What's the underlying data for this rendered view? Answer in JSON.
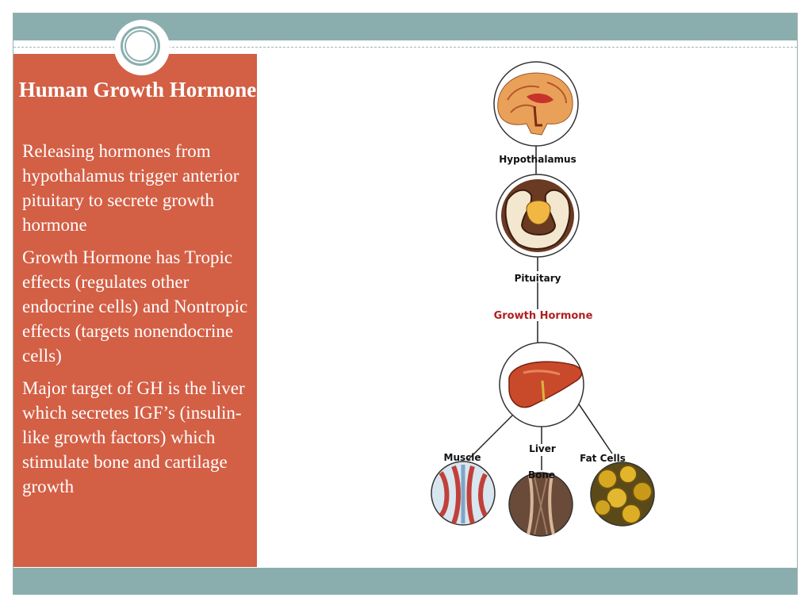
{
  "slide": {
    "title": "Human Growth Hormone",
    "bullets": [
      "Releasing hormones from hypothalamus trigger anterior pituitary to secrete growth hormone",
      "Growth Hormone has Tropic effects (regulates other endocrine cells) and Nontropic effects (targets nonendocrine cells)",
      "Major target of GH is the liver which secretes IGF’s (insulin-like growth factors) which stimulate bone and cartilage growth"
    ]
  },
  "diagram": {
    "labels": {
      "hypothalamus": "Hypothalamus",
      "pituitary": "Pituitary",
      "growth_hormone": "Growth Hormone",
      "liver": "Liver",
      "muscle": "Muscle",
      "bone": "Bone",
      "fat_cells": "Fat Cells"
    }
  },
  "colors": {
    "sidebar": "#d35f45",
    "band": "#8aaeae",
    "growth_hormone_label": "#b02020"
  }
}
